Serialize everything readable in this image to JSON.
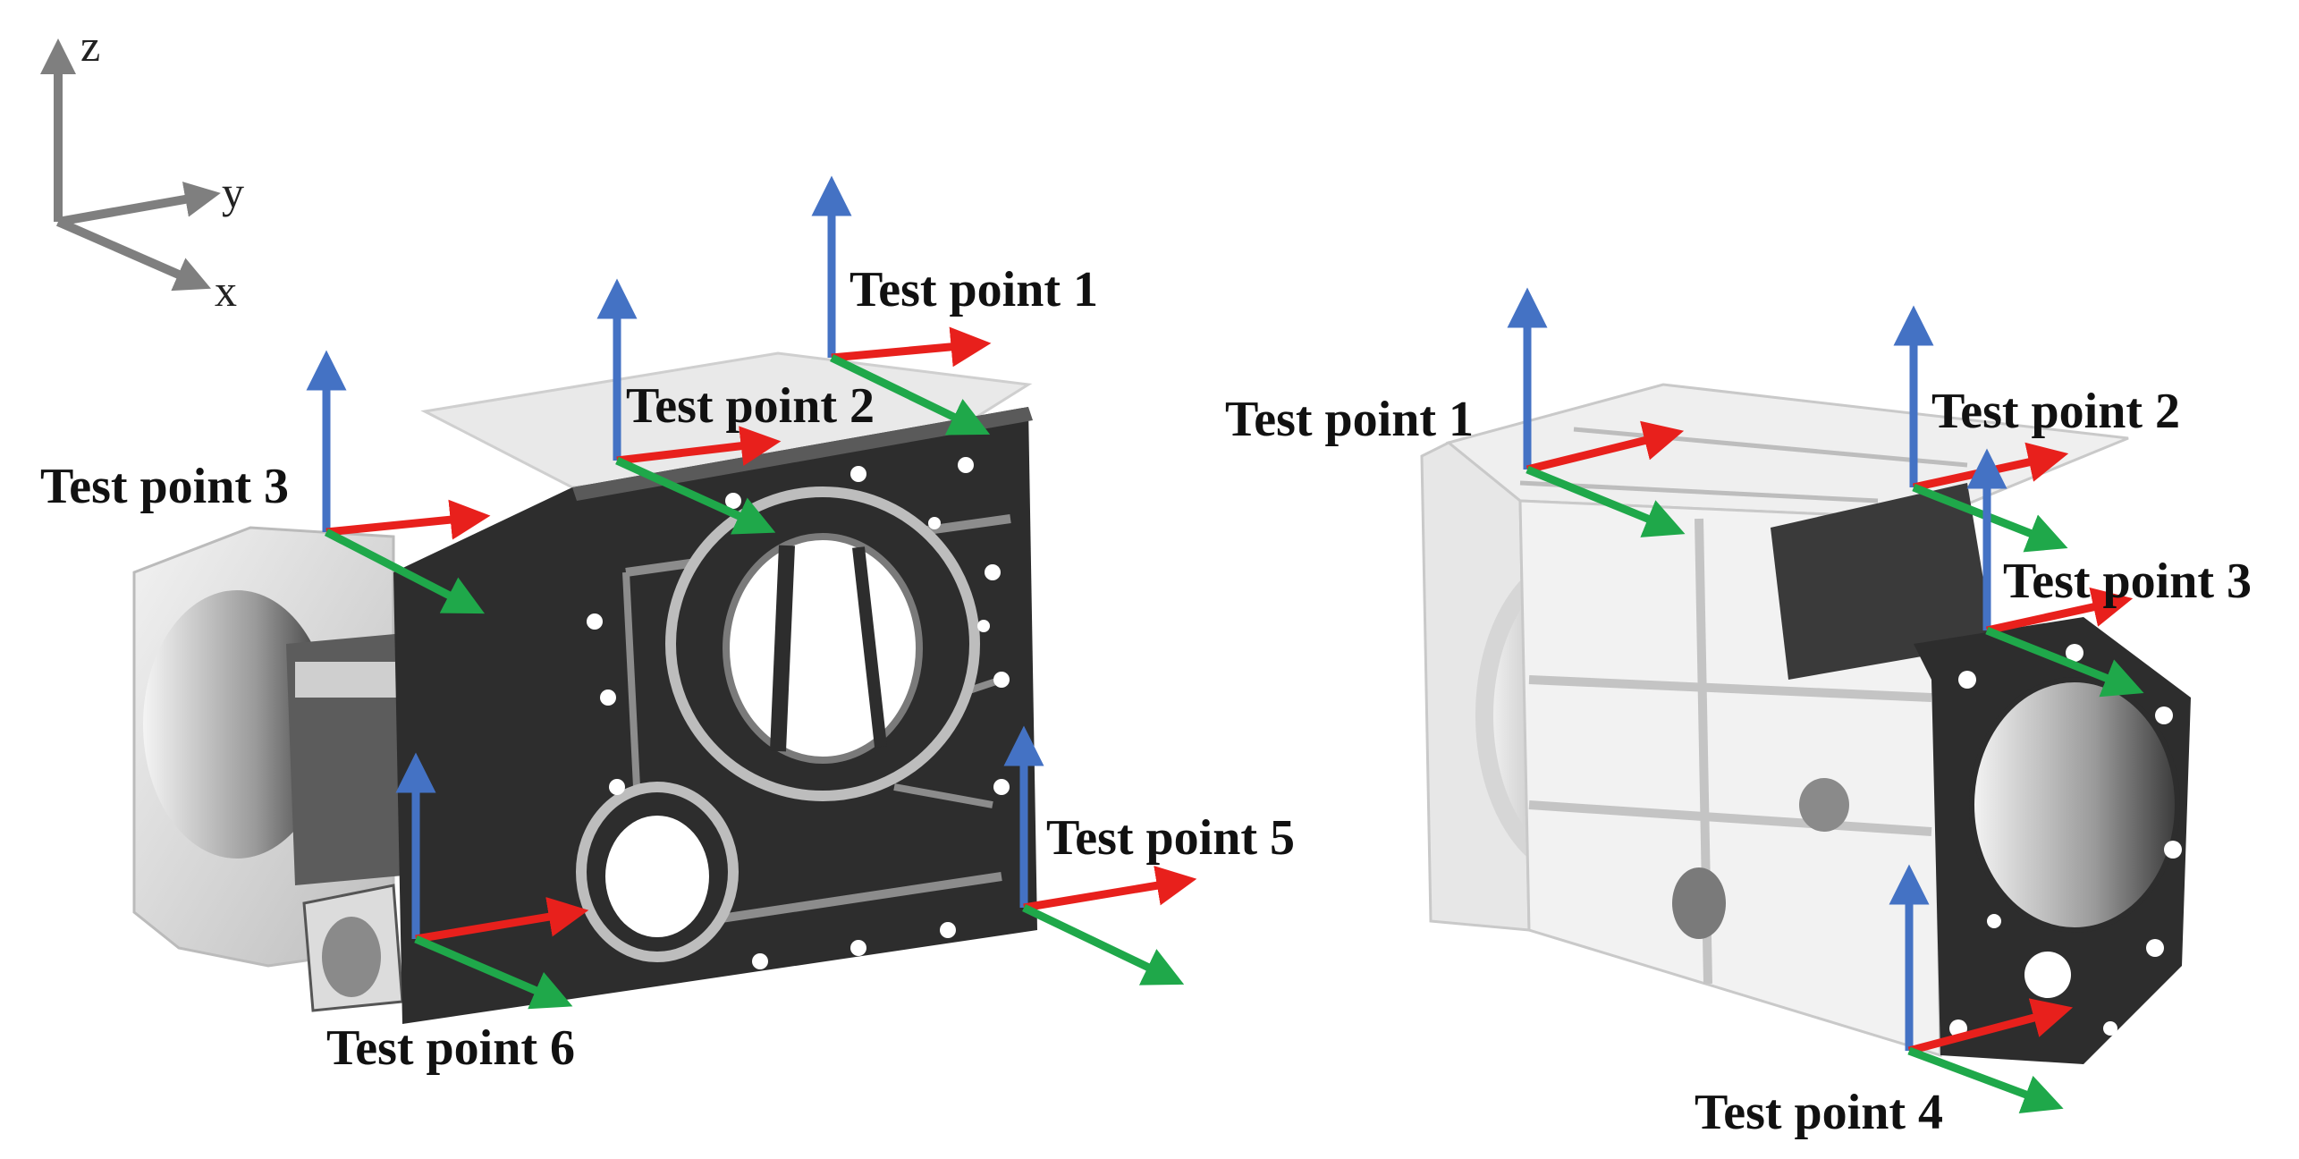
{
  "reference_axes": {
    "z": "z",
    "y": "y",
    "x": "x"
  },
  "left_part": {
    "test_points": [
      "Test point 1",
      "Test point 2",
      "Test point 3",
      "Test point 5",
      "Test point 6"
    ]
  },
  "right_part": {
    "test_points": [
      "Test point 1",
      "Test point 2",
      "Test point 3",
      "Test point 4"
    ]
  },
  "colors": {
    "z_axis": "#4472c4",
    "y_axis": "#e8201c",
    "x_axis": "#1fa84a",
    "reference_axis": "#7f7f7f",
    "casting_dark": "#2d2d2d",
    "casting_light": "#e2e2e2"
  }
}
